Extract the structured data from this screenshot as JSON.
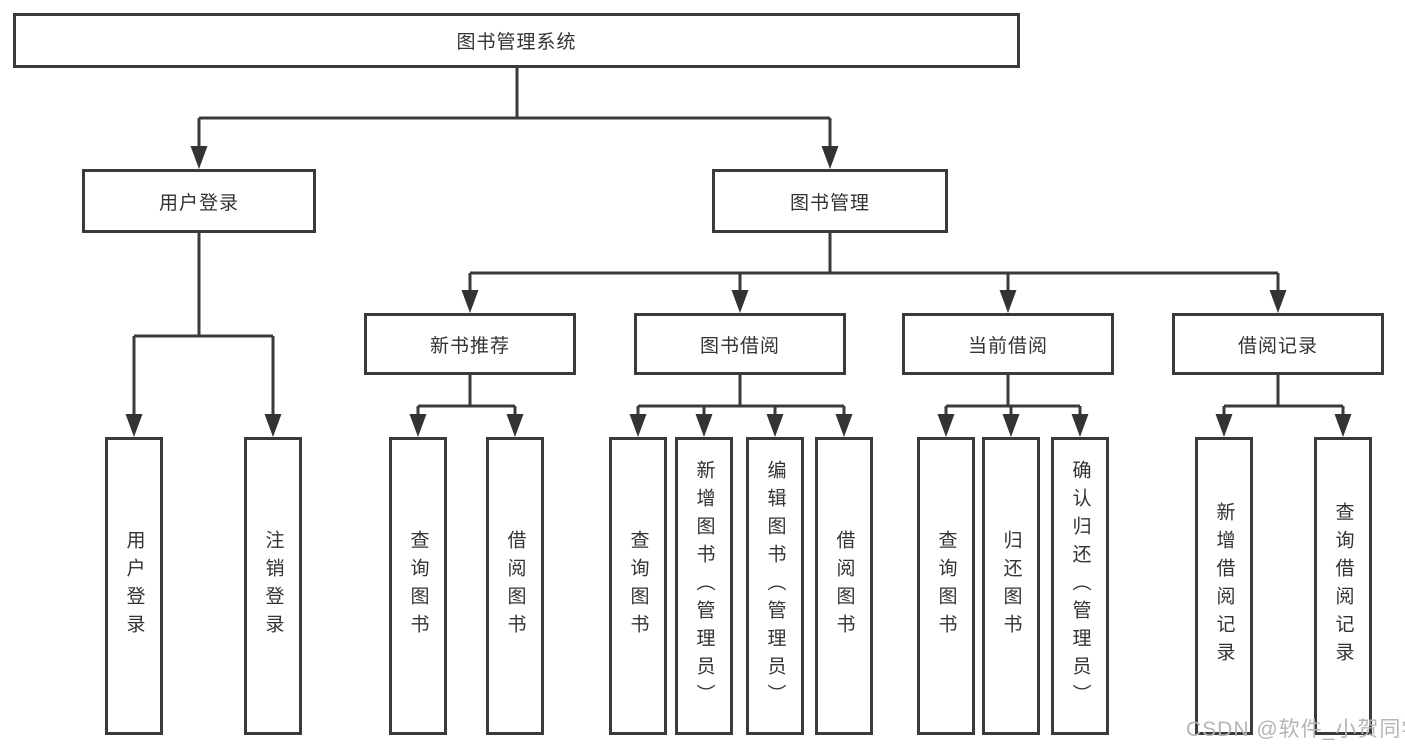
{
  "diagram": {
    "root": {
      "label": "图书管理系统"
    },
    "level2": [
      {
        "label": "用户登录"
      },
      {
        "label": "图书管理"
      }
    ],
    "level3": [
      {
        "label": "新书推荐",
        "parent": "图书管理"
      },
      {
        "label": "图书借阅",
        "parent": "图书管理"
      },
      {
        "label": "当前借阅",
        "parent": "图书管理"
      },
      {
        "label": "借阅记录",
        "parent": "图书管理"
      }
    ],
    "level4": [
      {
        "label": "用户登录",
        "parent": "用户登录"
      },
      {
        "label": "注销登录",
        "parent": "用户登录"
      },
      {
        "label": "查询图书",
        "parent": "新书推荐"
      },
      {
        "label": "借阅图书",
        "parent": "新书推荐"
      },
      {
        "label": "查询图书",
        "parent": "图书借阅"
      },
      {
        "label": "新增图书（管理员）",
        "parent": "图书借阅"
      },
      {
        "label": "编辑图书（管理员）",
        "parent": "图书借阅"
      },
      {
        "label": "借阅图书",
        "parent": "图书借阅"
      },
      {
        "label": "查询图书",
        "parent": "当前借阅"
      },
      {
        "label": "归还图书",
        "parent": "当前借阅"
      },
      {
        "label": "确认归还（管理员）",
        "parent": "当前借阅"
      },
      {
        "label": "新增借阅记录",
        "parent": "借阅记录"
      },
      {
        "label": "查询借阅记录",
        "parent": "借阅记录"
      }
    ]
  },
  "colors": {
    "line": "#3a3a3a",
    "text": "#333333",
    "background": "#ffffff",
    "watermark": "#b5b5b5"
  },
  "watermark": {
    "text": "CSDN @软件_小贺同学"
  }
}
